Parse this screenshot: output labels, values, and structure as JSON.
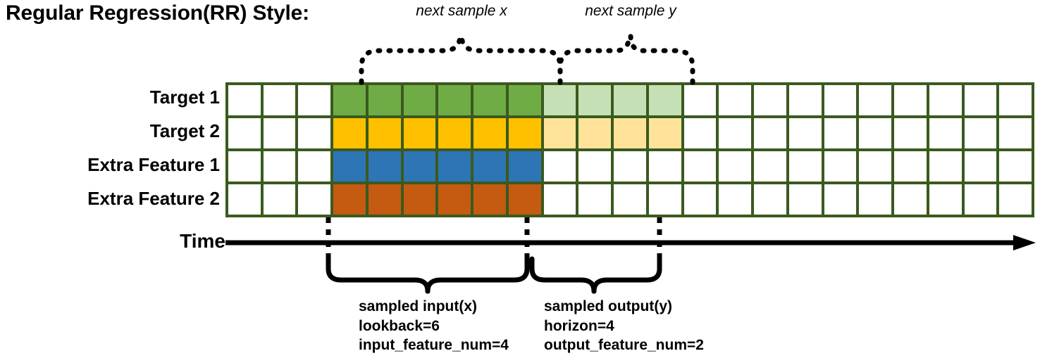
{
  "title": "Regular Regression(RR) Style:",
  "rows": [
    {
      "label": "Target 1",
      "name": "target-1"
    },
    {
      "label": "Target 2",
      "name": "target-2"
    },
    {
      "label": "Extra Feature 1",
      "name": "extra-feature-1"
    },
    {
      "label": "Extra Feature 2",
      "name": "extra-feature-2"
    }
  ],
  "axis": {
    "label": "Time"
  },
  "top_braces": [
    {
      "label": "next sample x"
    },
    {
      "label": "next sample y"
    }
  ],
  "bottom_notes": [
    {
      "title": "sampled input(x)",
      "line2": "lookback=6",
      "line3": "input_feature_num=4"
    },
    {
      "title": "sampled output(y)",
      "line2": "horizon=4",
      "line3": "output_feature_num=2"
    }
  ],
  "colors": {
    "border": "#3A5A1E",
    "green": "#6FAC46",
    "green_light": "#C5E0B4",
    "yellow": "#FFC000",
    "yellow_light": "#FFE39B",
    "blue": "#2E75B6",
    "orange": "#C55A11",
    "empty": "#FFFFFF",
    "ink": "#000000"
  },
  "chart_data": {
    "type": "heatmap",
    "title": "Regular Regression(RR) Style:",
    "columns": 23,
    "rows": 4,
    "row_labels": [
      "Target 1",
      "Target 2",
      "Extra Feature 1",
      "Extra Feature 2"
    ],
    "xlabel": "Time",
    "lookback": 6,
    "horizon": 4,
    "input_feature_num": 4,
    "output_feature_num": 2,
    "input_window_columns": [
      4,
      5,
      6,
      7,
      8,
      9
    ],
    "output_window_columns": [
      10,
      11,
      12,
      13
    ],
    "cells": [
      [
        "empty",
        "empty",
        "empty",
        "green",
        "green",
        "green",
        "green",
        "green",
        "green",
        "green_light",
        "green_light",
        "green_light",
        "green_light",
        "empty",
        "empty",
        "empty",
        "empty",
        "empty",
        "empty",
        "empty",
        "empty",
        "empty",
        "empty"
      ],
      [
        "empty",
        "empty",
        "empty",
        "yellow",
        "yellow",
        "yellow",
        "yellow",
        "yellow",
        "yellow",
        "yellow_light",
        "yellow_light",
        "yellow_light",
        "yellow_light",
        "empty",
        "empty",
        "empty",
        "empty",
        "empty",
        "empty",
        "empty",
        "empty",
        "empty",
        "empty"
      ],
      [
        "empty",
        "empty",
        "empty",
        "blue",
        "blue",
        "blue",
        "blue",
        "blue",
        "blue",
        "empty",
        "empty",
        "empty",
        "empty",
        "empty",
        "empty",
        "empty",
        "empty",
        "empty",
        "empty",
        "empty",
        "empty",
        "empty",
        "empty"
      ],
      [
        "empty",
        "empty",
        "empty",
        "orange",
        "orange",
        "orange",
        "orange",
        "orange",
        "orange",
        "empty",
        "empty",
        "empty",
        "empty",
        "empty",
        "empty",
        "empty",
        "empty",
        "empty",
        "empty",
        "empty",
        "empty",
        "empty",
        "empty"
      ]
    ]
  }
}
